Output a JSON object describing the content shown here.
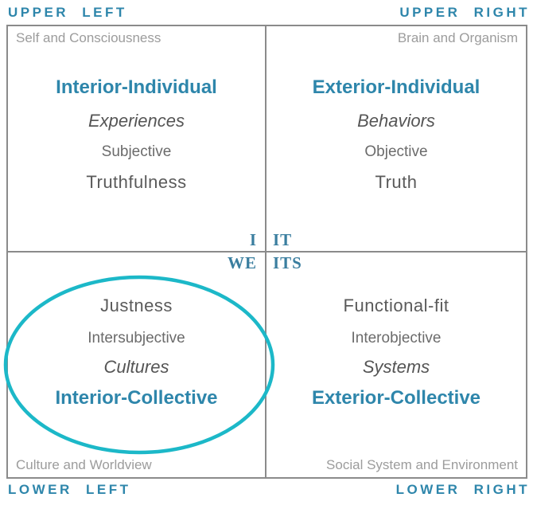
{
  "colors": {
    "teal_text": "#2e86ab",
    "pronoun_text": "#3a7e9f",
    "highlight_ellipse": "#1cb8c8",
    "grid_border": "#8b8b8b",
    "note_gray": "#9c9c9c",
    "body_gray": "#5a5a5a"
  },
  "corner_labels": {
    "upper_left": "UPPER LEFT",
    "upper_right": "UPPER RIGHT",
    "lower_left": "LOWER LEFT",
    "lower_right": "LOWER RIGHT"
  },
  "quadrants": {
    "upper_left": {
      "note": "Self and Consciousness",
      "title": "Interior-Individual",
      "emphasis": "Experiences",
      "mode": "Subjective",
      "validity": "Truthfulness",
      "pronoun": "I"
    },
    "upper_right": {
      "note": "Brain and Organism",
      "title": "Exterior-Individual",
      "emphasis": "Behaviors",
      "mode": "Objective",
      "validity": "Truth",
      "pronoun": "IT"
    },
    "lower_left": {
      "note": "Culture and Worldview",
      "title": "Interior-Collective",
      "emphasis": "Cultures",
      "mode": "Intersubjective",
      "validity": "Justness",
      "pronoun": "WE"
    },
    "lower_right": {
      "note": "Social System and Environment",
      "title": "Exterior-Collective",
      "emphasis": "Systems",
      "mode": "Interobjective",
      "validity": "Functional-fit",
      "pronoun": "ITS"
    }
  }
}
